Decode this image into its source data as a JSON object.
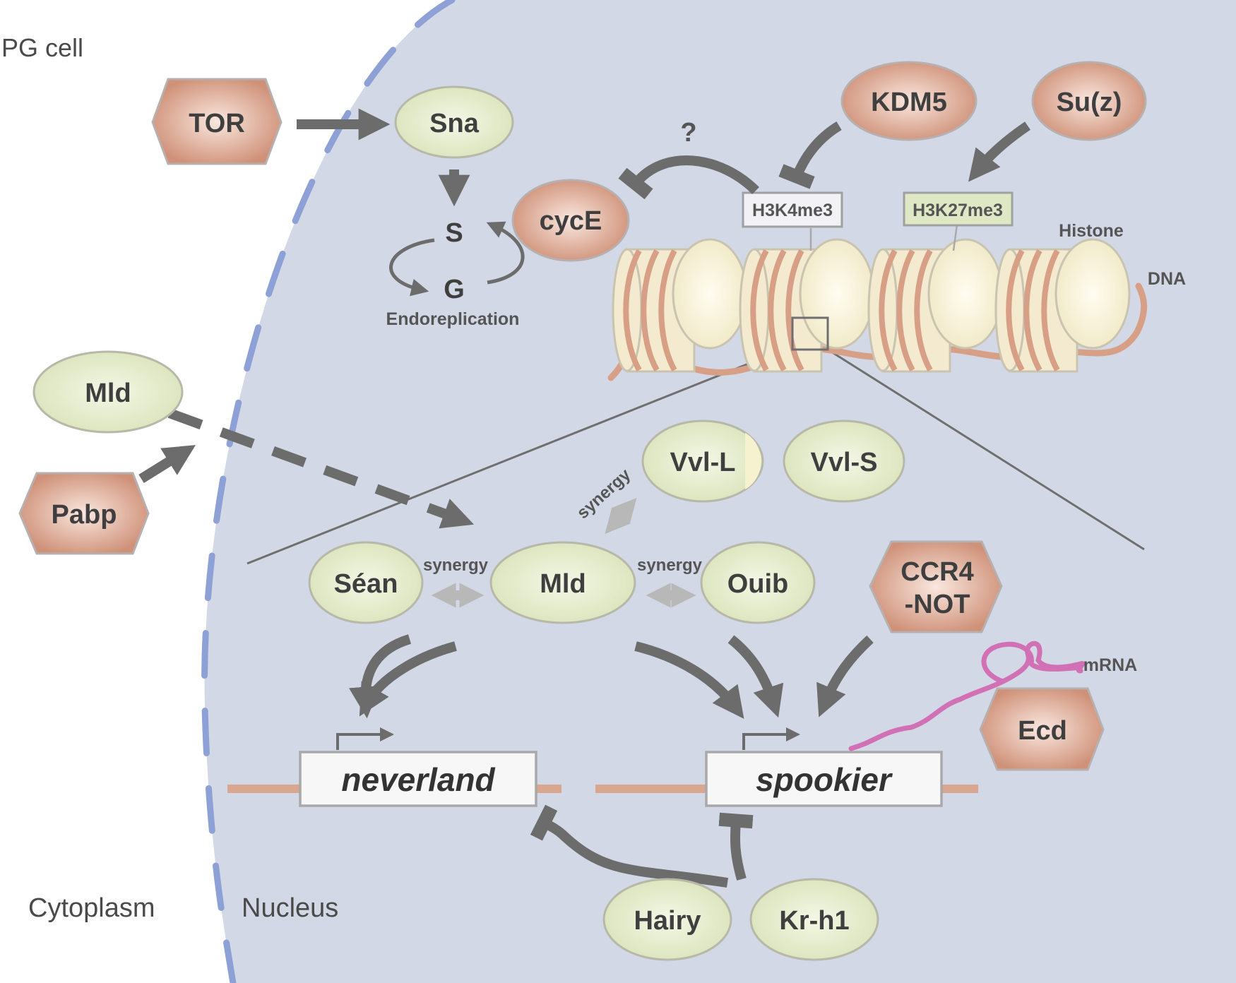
{
  "regions": {
    "cell": "PG cell",
    "cytoplasm": "Cytoplasm",
    "nucleus": "Nucleus"
  },
  "nodes": {
    "tor": "TOR",
    "sna": "Sna",
    "kdm5": "KDM5",
    "suz": "Su(z)",
    "cyce": "cycE",
    "mld_cyto": "Mld",
    "pabp": "Pabp",
    "vvl_l": "Vvl-L",
    "vvl_s": "Vvl-S",
    "sean": "Séan",
    "mld_nuc": "Mld",
    "ouib": "Ouib",
    "ccr4": "CCR4",
    "ccr4_not": "-NOT",
    "ecd": "Ecd",
    "hairy": "Hairy",
    "krh1": "Kr-h1"
  },
  "labels": {
    "question": "?",
    "s_phase": "S",
    "g_phase": "G",
    "endoreplication": "Endoreplication",
    "h3k4me3": "H3K4me3",
    "h3k27me3": "H3K27me3",
    "histone": "Histone",
    "dna": "DNA",
    "mrna": "mRNA",
    "synergy": "synergy"
  },
  "genes": {
    "neverland": "neverland",
    "spookier": "spookier"
  },
  "colors": {
    "nucleus_fill": "#d3d8e6",
    "membrane": "#8ea1d6",
    "green_node": "#e4ebcd",
    "salmon_node": "#d49d87",
    "arrow": "#6c6c6c",
    "synergy_arrow": "#b8b8b8",
    "dna_strand": "#d79f85",
    "nucleosome": "#f6efd1",
    "mrna": "#d170b5"
  }
}
